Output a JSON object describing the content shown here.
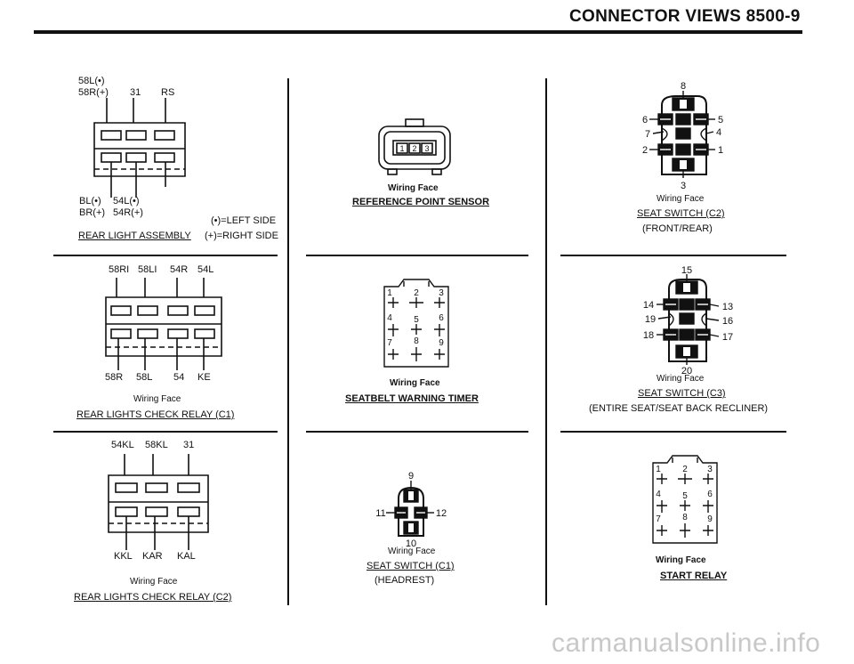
{
  "header": {
    "title": "CONNECTOR VIEWS   8500-9"
  },
  "rear_light_assembly": {
    "top_pins": [
      "58L(•)",
      "58R(+)",
      "31",
      "RS"
    ],
    "bottom_pins": [
      "BL(•)",
      "BR(+)",
      "54L(•)",
      "54R(+)"
    ],
    "legend_left": "(•)=LEFT SIDE",
    "legend_right": "(+)=RIGHT SIDE",
    "title": "REAR LIGHT ASSEMBLY"
  },
  "relay_c1": {
    "top_pins": [
      "58RI",
      "58LI",
      "54R",
      "54L"
    ],
    "bottom_pins": [
      "58R",
      "58L",
      "54",
      "KE"
    ],
    "caption": "Wiring Face",
    "title": "REAR LIGHTS CHECK RELAY (C1)"
  },
  "relay_c2": {
    "top_pins": [
      "54KL",
      "58KL",
      "31"
    ],
    "bottom_pins": [
      "KKL",
      "KAR",
      "KAL"
    ],
    "caption": "Wiring Face",
    "title": "REAR LIGHTS CHECK RELAY (C2)"
  },
  "reference_sensor": {
    "pins": [
      "1",
      "2",
      "3"
    ],
    "caption": "Wiring Face",
    "title": "REFERENCE POINT SENSOR"
  },
  "seatbelt_timer": {
    "pins": [
      "1",
      "2",
      "3",
      "4",
      "5",
      "6",
      "7",
      "8",
      "9"
    ],
    "caption": "Wiring Face",
    "title": "SEATBELT WARNING TIMER"
  },
  "seat_switch_c1": {
    "pins": [
      "9",
      "11",
      "12",
      "10"
    ],
    "caption": "Wiring Face",
    "title": "SEAT SWITCH (C1)",
    "subtitle": "(HEADREST)"
  },
  "seat_switch_c2": {
    "pins": [
      "8",
      "6",
      "5",
      "7",
      "4",
      "2",
      "1",
      "3"
    ],
    "caption": "Wiring Face",
    "title": "SEAT SWITCH (C2)",
    "subtitle": "(FRONT/REAR)"
  },
  "seat_switch_c3": {
    "pins": [
      "15",
      "14",
      "13",
      "19",
      "16",
      "18",
      "17",
      "20"
    ],
    "caption": "Wiring Face",
    "title": "SEAT SWITCH (C3)",
    "subtitle": "(ENTIRE SEAT/SEAT BACK RECLINER)"
  },
  "start_relay": {
    "pins": [
      "1",
      "2",
      "3",
      "4",
      "5",
      "6",
      "7",
      "8",
      "9"
    ],
    "caption": "Wiring Face",
    "title": "START RELAY"
  },
  "watermark": "carmanualsonline.info"
}
